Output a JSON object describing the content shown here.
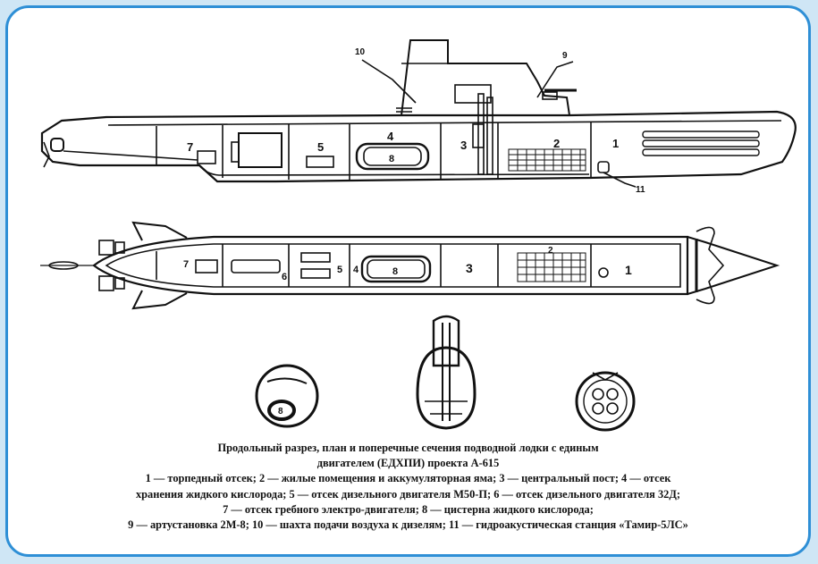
{
  "labels": {
    "n1": "1",
    "n2": "2",
    "n3": "3",
    "n4": "4",
    "n5": "5",
    "n6": "6",
    "n7": "7",
    "n8": "8",
    "n9": "9",
    "n10": "10",
    "n11": "11"
  },
  "caption": {
    "title1": "Продольный разрез, план и поперечные сечения подводной лодки с единым",
    "title2": "двигателем (ЕДХПИ) проекта А-615",
    "l1": "1 — торпедный отсек; 2 — жилые помещения и аккумуляторная яма; 3 — центральный пост;  4 — отсек",
    "l2": "хранения жидкого кислорода; 5 — отсек дизельного двигателя М50-П; 6 — отсек дизельного двигателя 32Д;",
    "l3": "7 — отсек гребного электро-двигателя;  8 — цистерна жидкого кислорода;",
    "l4": "9 — артустановка 2М-8; 10 — шахта подачи воздуха к дизелям; 11 — гидроакустическая станция «Тамир-5ЛС»"
  },
  "colors": {
    "frame": "#2e8fd6",
    "background": "#cfe6f5",
    "ink": "#111111"
  }
}
